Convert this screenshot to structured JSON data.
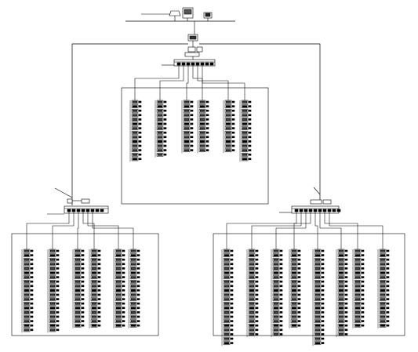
{
  "top": {
    "title": "",
    "left_label": "",
    "right_label": ""
  },
  "center": {
    "panel_label": "",
    "col_labels": [
      "",
      "",
      "",
      ""
    ]
  },
  "left": {
    "panel_label": "",
    "col_labels": [
      "",
      "",
      "",
      ""
    ]
  },
  "right": {
    "panel_label": "",
    "col_labels": [
      "",
      "",
      "",
      ""
    ]
  },
  "colors": {
    "line": "#000000",
    "background": "#ffffff"
  },
  "columns": {
    "center": [
      14,
      13,
      12,
      12,
      12,
      14
    ],
    "left": [
      19,
      19,
      18,
      18,
      18,
      18
    ],
    "right": [
      22,
      20,
      20,
      18,
      22,
      20,
      18,
      18
    ]
  }
}
